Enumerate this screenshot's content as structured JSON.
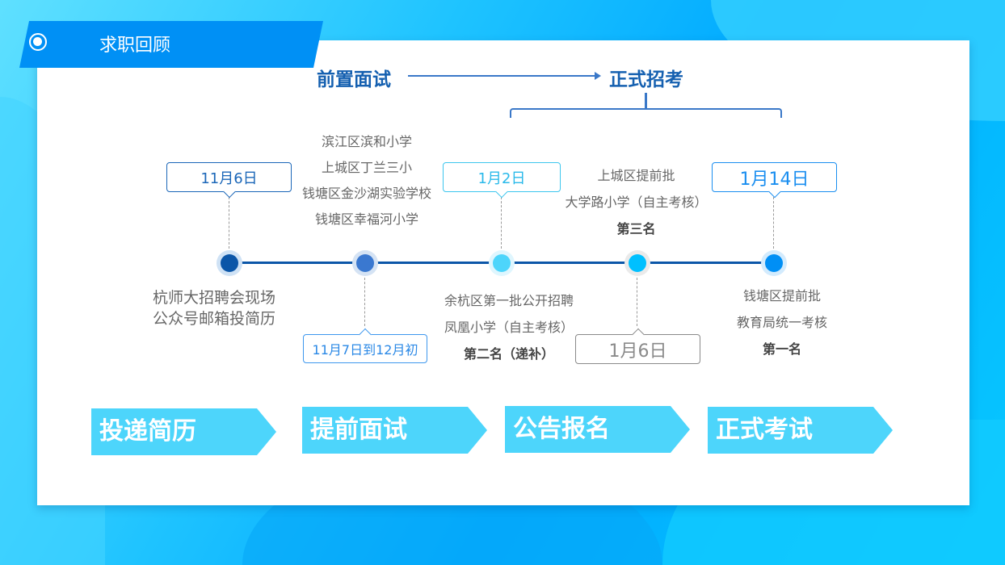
{
  "header": {
    "title": "求职回顾",
    "icon": "radio-target-icon"
  },
  "phases": {
    "pre": "前置面试",
    "formal": "正式招考"
  },
  "colors": {
    "banner": "#0090f5",
    "phase_text": "#1560b0",
    "timeline": "#0b56a8",
    "step_fill": "#4dd5fb"
  },
  "nodes": [
    {
      "dot": "#0b56a8",
      "ring": "#cfe2f5"
    },
    {
      "dot": "#3a78d0",
      "ring": "#d5e3f4"
    },
    {
      "dot": "#4dd5fb",
      "ring": "#dff6fe"
    },
    {
      "dot": "#00c0ff",
      "ring": "#eaeaea"
    },
    {
      "dot": "#008ff5",
      "ring": "#d3ebfd"
    }
  ],
  "dates": {
    "d1": "11月6日",
    "d2": "11月7日到12月初",
    "d3": "1月2日",
    "d4": "1月6日",
    "d5": "1月14日"
  },
  "info": {
    "n1": [
      "杭师大招聘会现场",
      "公众号邮箱投简历"
    ],
    "n2": [
      "滨江区滨和小学",
      "上城区丁兰三小",
      "钱塘区金沙湖实验学校",
      "钱塘区幸福河小学"
    ],
    "n3": [
      "余杭区第一批公开招聘",
      "凤凰小学（自主考核）",
      "第二名（递补）"
    ],
    "n4": [
      "上城区提前批",
      "大学路小学（自主考核）",
      "第三名"
    ],
    "n5": [
      "钱塘区提前批",
      "教育局统一考核",
      "第一名"
    ]
  },
  "steps": [
    "投递简历",
    "提前面试",
    "公告报名",
    "正式考试"
  ]
}
